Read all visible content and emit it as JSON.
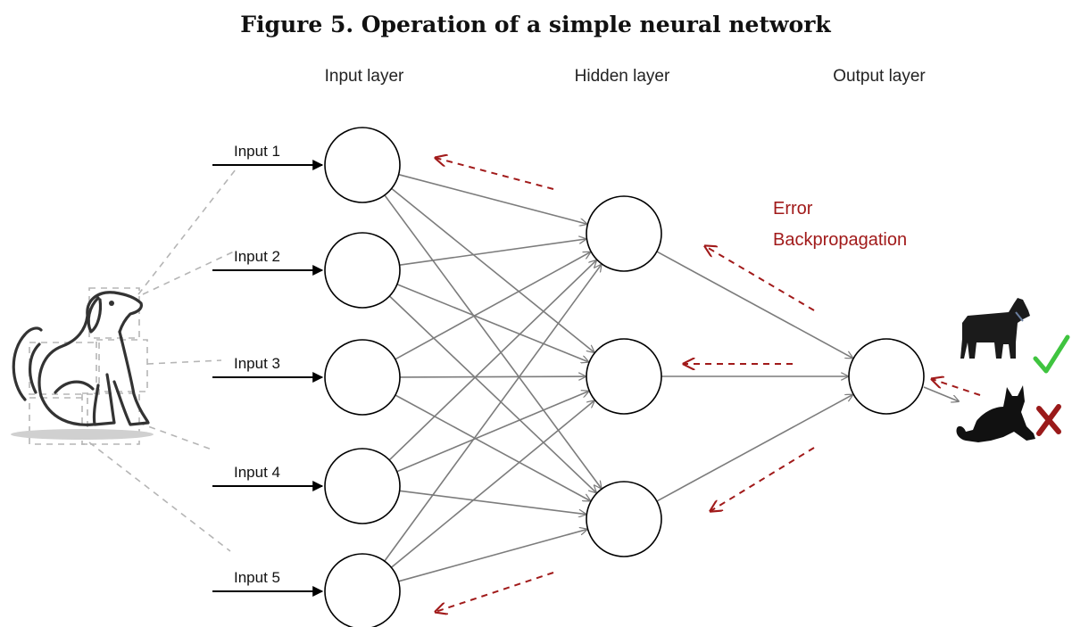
{
  "figure": {
    "title": "Figure 5. Operation of a simple neural network"
  },
  "layers": {
    "input": "Input layer",
    "hidden": "Hidden layer",
    "output": "Output layer"
  },
  "inputs": [
    "Input 1",
    "Input 2",
    "Input 3",
    "Input 4",
    "Input 5"
  ],
  "error_label": {
    "line1": "Error",
    "line2": "Backpropagation"
  },
  "colors": {
    "error": "#a11a1a",
    "edge": "#7c7c7c",
    "check": "#3fc43f",
    "cross": "#9a1a1a"
  },
  "icons": [
    "dog-sketch-icon",
    "dog-silhouette-icon",
    "cat-silhouette-icon",
    "checkmark-icon",
    "cross-icon"
  ]
}
